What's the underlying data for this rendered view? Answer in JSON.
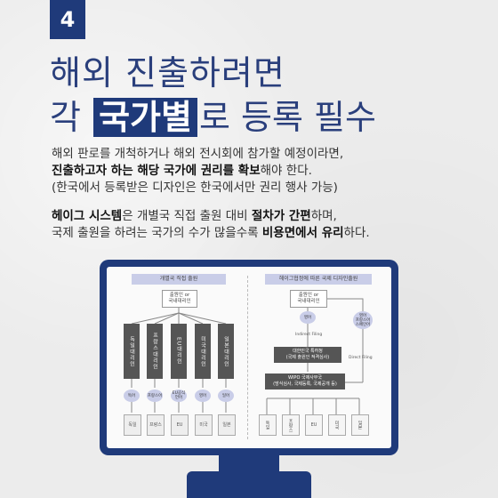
{
  "badge": "4",
  "title": {
    "line1": "해외 진출하려면",
    "line2_pre": "각",
    "line2_highlight": "국가별",
    "line2_post": "로 등록 필수"
  },
  "paragraph1": {
    "line1": "해외 판로를 개척하거나 해외 전시회에 참가할 예정이라면,",
    "line2_bold": "진출하고자 하는 해당 국가에 권리를 확보",
    "line2_rest": "해야 한다.",
    "line3": "(한국에서 등록받은 디자인은 한국에서만 권리 행사 가능)"
  },
  "paragraph2": {
    "l1_bold1": "헤이그 시스템",
    "l1_mid": "은 개별국 직접 출원 대비 ",
    "l1_bold2": "절차가 간편",
    "l1_end": "하며,",
    "l2_start": "국제 출원을 하려는 국가의 수가 많을수록 ",
    "l2_bold": "비용면에서 유리",
    "l2_end": "하다."
  },
  "diagram": {
    "left_title": "개별국 직접 출원",
    "right_title": "헤이그협정에 따른 국제 디자인출원",
    "applicant": "출원인 or\n국내대리인",
    "left_agents": [
      "독일대리인",
      "프랑스대리인",
      "EU대리인",
      "미국대리인",
      "일본대리인"
    ],
    "left_circles": [
      "독어",
      "프랑스어",
      "EU공식언어",
      "영어",
      "일어"
    ],
    "countries": [
      "독일",
      "프랑스",
      "EU",
      "미국",
      "일본"
    ],
    "right_circle1": "영어",
    "right_circle2": "영어\n프랑스어\n스페인어",
    "indirect": "Indirect Filing",
    "direct": "Direct Filing",
    "kipo": "대한민국 특허청\n(국제 출원인 적격심사)",
    "wipo": "WIPO 국제사무국\n(방식심사, 국제등록, 국제공개 등)"
  }
}
